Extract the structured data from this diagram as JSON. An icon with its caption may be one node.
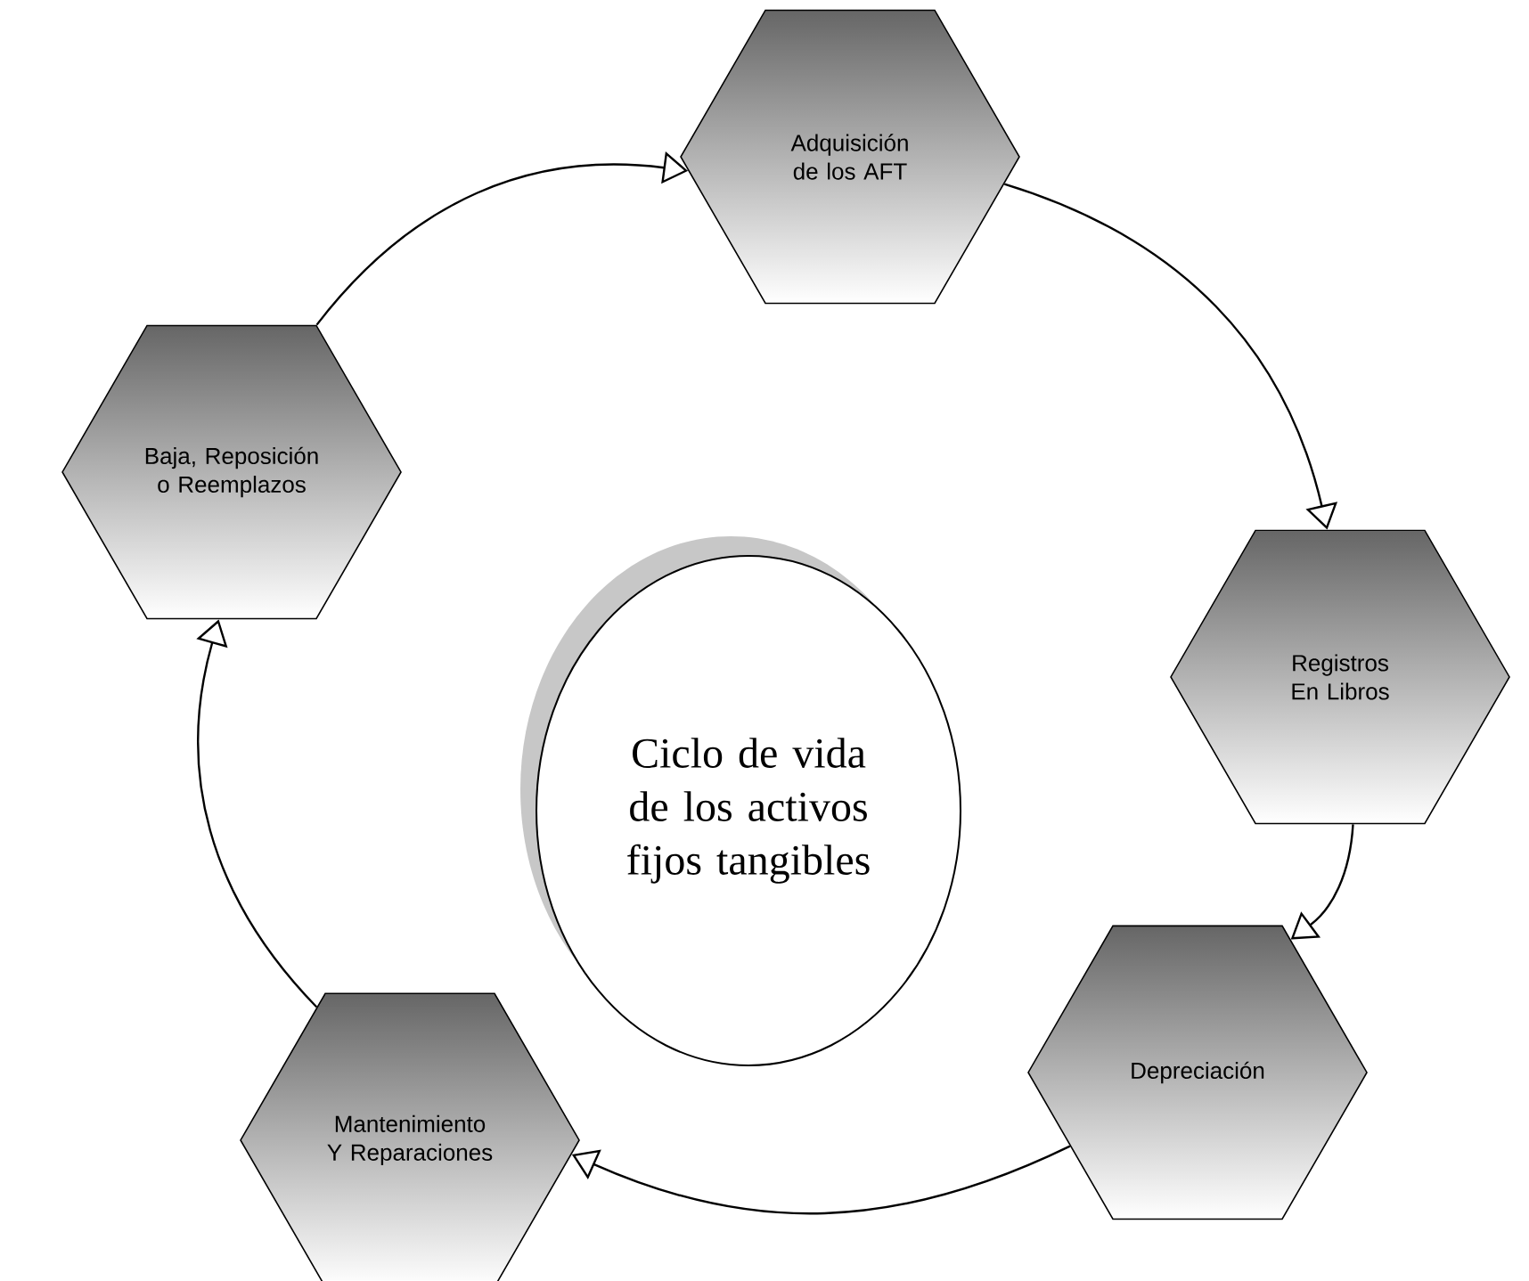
{
  "diagram": {
    "nodes": [
      {
        "text": [
          "Ciclo de vida de los activos fijos tangibles"
        ]
      },
      {
        "text": [
          "Adquisición de los AFT"
        ]
      },
      {
        "text": [
          "Registros En Libros"
        ]
      },
      {
        "text": [
          "Depreciación"
        ]
      },
      {
        "text": [
          "Mantenimiento Y Reparaciones"
        ]
      },
      {
        "text": [
          "Baja, Reposición o Reemplazos"
        ]
      }
    ],
    "edges": [
      {
        "from": 1,
        "to": 2,
        "arrow": "to"
      },
      {
        "from": 2,
        "to": 3,
        "arrow": "to"
      },
      {
        "from": 3,
        "to": 4,
        "arrow": "to"
      },
      {
        "from": 4,
        "to": 5,
        "arrow": "to"
      },
      {
        "from": 5,
        "to": 1,
        "arrow": "to"
      }
    ]
  }
}
